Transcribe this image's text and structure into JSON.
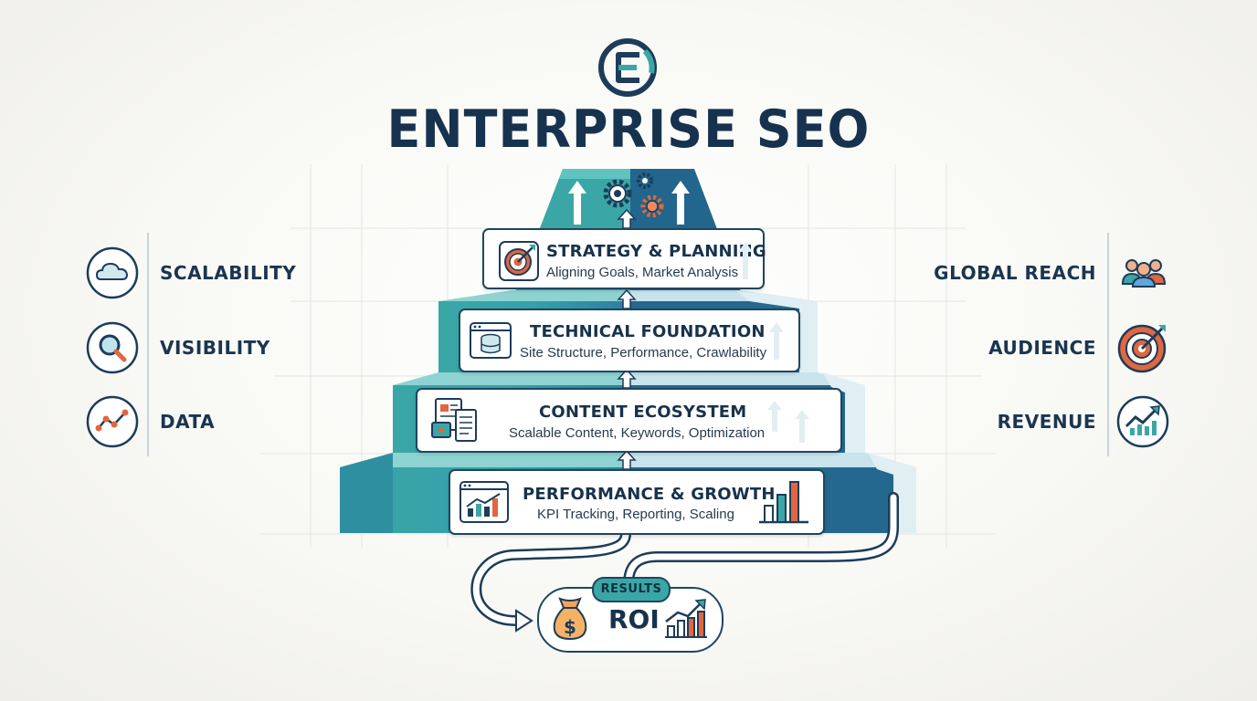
{
  "title": "ENTERPRISE SEO",
  "logo": {
    "letter": "E",
    "colors": {
      "ring": "#1d3c59",
      "accent": "#3aa7a6"
    }
  },
  "left_items": [
    {
      "label": "SCALABILITY",
      "icon": "cloud-icon"
    },
    {
      "label": "VISIBILITY",
      "icon": "magnifier-icon"
    },
    {
      "label": "DATA",
      "icon": "line-chart-icon"
    }
  ],
  "right_items": [
    {
      "label": "GLOBAL REACH",
      "icon": "people-icon"
    },
    {
      "label": "AUDIENCE",
      "icon": "target-icon"
    },
    {
      "label": "REVENUE",
      "icon": "growth-chart-icon"
    }
  ],
  "tiers": [
    {
      "title": "STRATEGY & PLANNING",
      "subtitle": "Aligning Goals, Market Analysis",
      "icon": "target-icon"
    },
    {
      "title": "TECHNICAL FOUNDATION",
      "subtitle": "Site Structure, Performance, Crawlability",
      "icon": "database-window-icon"
    },
    {
      "title": "CONTENT ECOSYSTEM",
      "subtitle": "Scalable Content, Keywords, Optimization",
      "icon": "documents-icon"
    },
    {
      "title": "PERFORMANCE & GROWTH",
      "subtitle": "KPI Tracking, Reporting, Scaling",
      "icon": "analytics-window-icon"
    }
  ],
  "results": {
    "badge": "RESULTS",
    "label": "ROI",
    "icon_left": "money-bag-icon",
    "icon_right": "growth-bars-icon"
  },
  "colors": {
    "navy": "#1d3c59",
    "teal": "#3aa7a6",
    "teal_dark": "#1e6f8e",
    "orange": "#e0673f",
    "background": "#f8f8f4"
  }
}
